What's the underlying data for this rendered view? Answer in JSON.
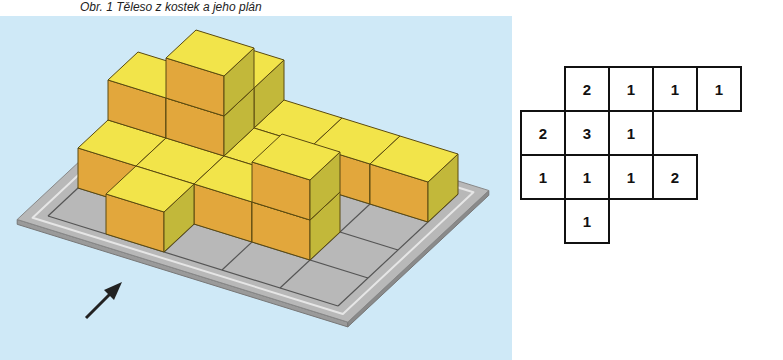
{
  "diagram": {
    "caption": "Obr. 1 Těleso z kostek a jeho plán",
    "labels": [
      "2",
      "1",
      "1",
      "1",
      "2",
      "3",
      "1",
      "1",
      "1",
      "1",
      "2",
      "1"
    ]
  }
}
